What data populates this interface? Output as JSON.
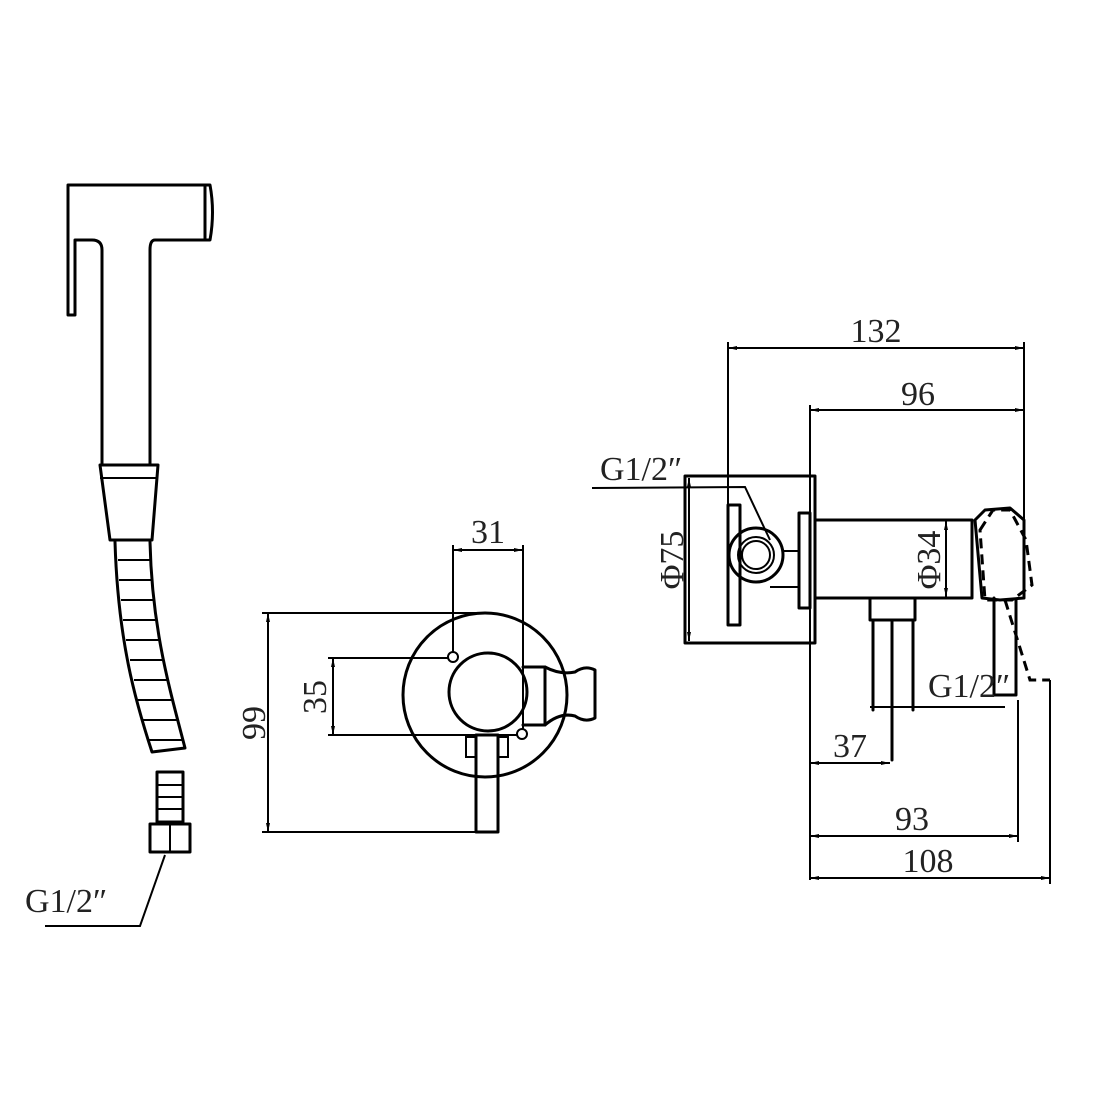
{
  "diagram": {
    "handheld": {
      "thread_label": "G1/2″"
    },
    "front_view": {
      "height_label": "99",
      "hole_spacing_vertical_label": "35",
      "hole_spacing_horizontal_label": "31"
    },
    "side_view": {
      "overall_depth_label": "132",
      "body_depth_label": "96",
      "inlet_thread_label": "G1/2″",
      "plate_diameter_label": "Φ75",
      "body_diameter_label": "Φ34",
      "outlet_thread_label": "G1/2″",
      "outlet_offset_label": "37",
      "lever_depth_label": "93",
      "lever_open_depth_label": "108"
    }
  }
}
